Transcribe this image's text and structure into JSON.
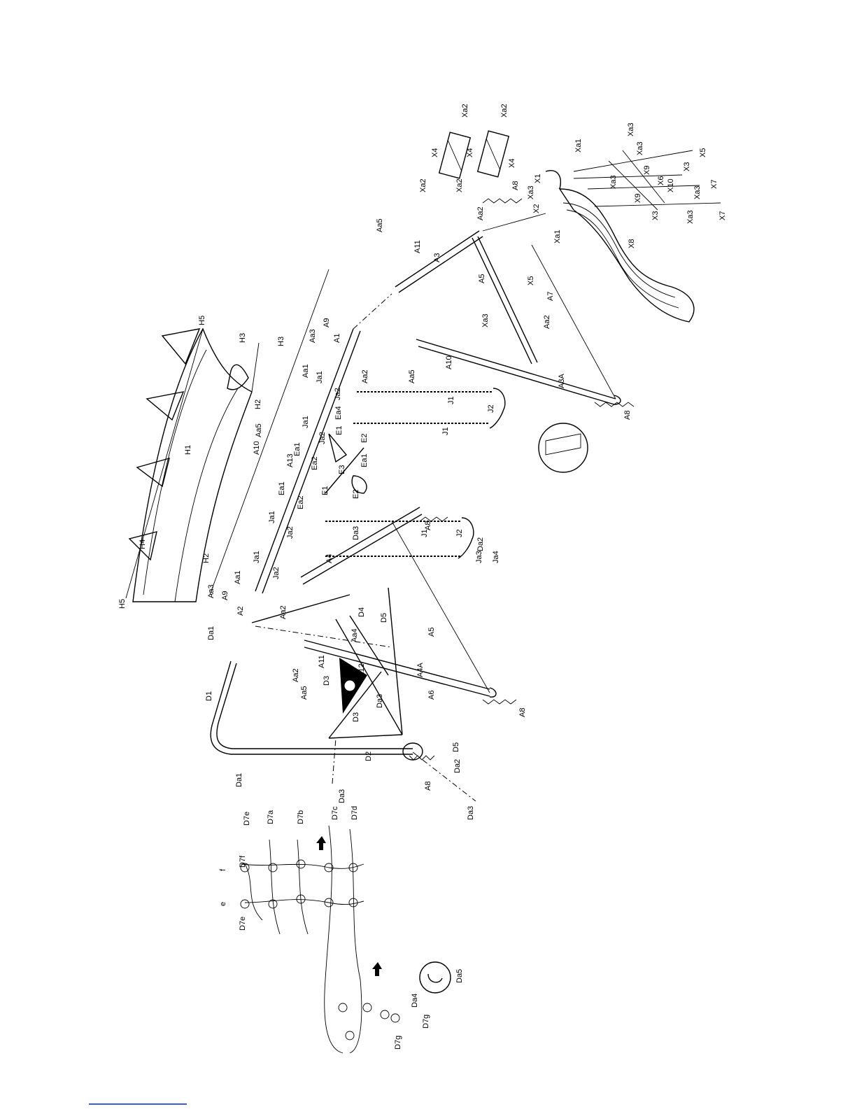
{
  "colors": {
    "line": "#000000",
    "background": "#ffffff",
    "footer_link": "#3a5fcd"
  },
  "labels": {
    "H1": "H1",
    "H2a": "H2",
    "H2b": "H2",
    "H3a": "H3",
    "H3b": "H3",
    "H4": "H4",
    "H5a": "H5",
    "H5b": "H5",
    "X1": "X1",
    "X2": "X2",
    "X3a": "X3",
    "X3b": "X3",
    "X4a": "X4",
    "X4b": "X4",
    "X4c": "X4",
    "X5a": "X5",
    "X5b": "X5",
    "X6": "X6",
    "X7a": "X7",
    "X7b": "X7",
    "X8": "X8",
    "X9a": "X9",
    "X9b": "X9",
    "X10": "X10",
    "Xa1a": "Xa1",
    "Xa1b": "Xa1",
    "Xa2a": "Xa2",
    "Xa2b": "Xa2",
    "Xa2c": "Xa2",
    "Xa2d": "Xa2",
    "Xa3a": "Xa3",
    "Xa3b": "Xa3",
    "Xa3c": "Xa3",
    "Xa3d": "Xa3",
    "Xa3e": "Xa3",
    "Xa3f": "Xa3",
    "A1": "A1",
    "A2": "A2",
    "A3": "A3",
    "A3A": "A3A",
    "A4": "A4",
    "A4A": "A4A",
    "A5a": "A5",
    "A5b": "A5",
    "A6": "A6",
    "A7": "A7",
    "A8a": "A8",
    "A8b": "A8",
    "A8c": "A8",
    "A8d": "A8",
    "A8e": "A8",
    "A9a": "A9",
    "A9b": "A9",
    "A10a": "A10",
    "A10b": "A10",
    "A11a": "A11",
    "A11b": "A11",
    "A12": "A12",
    "A13": "A13",
    "Aa1a": "Aa1",
    "Aa1b": "Aa1",
    "Aa2a": "Aa2",
    "Aa2b": "Aa2",
    "Aa2c": "Aa2",
    "Aa2d": "Aa2",
    "Aa2e": "Aa2",
    "Aa3a": "Aa3",
    "Aa3b": "Aa3",
    "Aa4": "Aa4",
    "Aa5a": "Aa5",
    "Aa5b": "Aa5",
    "Aa5c": "Aa5",
    "Aa5d": "Aa5",
    "E1a": "E1",
    "E1b": "E1",
    "E2a": "E2",
    "E2b": "E2",
    "E3": "E3",
    "Ea1a": "Ea1",
    "Ea1b": "Ea1",
    "Ea1c": "Ea1",
    "Ea2a": "Ea2",
    "Ea2b": "Ea2",
    "Ea4": "Ea4",
    "J1a": "J1",
    "J1b": "J1",
    "J1c": "J1",
    "J2a": "J2",
    "J2b": "J2",
    "Ja1a": "Ja1",
    "Ja1b": "Ja1",
    "Ja1c": "Ja1",
    "Ja1d": "Ja1",
    "Ja2a": "Ja2",
    "Ja2b": "Ja2",
    "Ja2c": "Ja2",
    "Ja2d": "Ja2",
    "Ja3": "Ja3",
    "Ja4": "Ja4",
    "D1": "D1",
    "D2": "D2",
    "D3a": "D3",
    "D3b": "D3",
    "D4": "D4",
    "D5a": "D5",
    "D5b": "D5",
    "Da1a": "Da1",
    "Da1b": "Da1",
    "Da2a": "Da2",
    "Da2b": "Da2",
    "Da3a": "Da3",
    "Da3b": "Da3",
    "Da3c": "Da3",
    "Da3d": "Da3",
    "Da4": "Da4",
    "Da5": "Da5",
    "D7a": "D7a",
    "D7b": "D7b",
    "D7c": "D7c",
    "D7d": "D7d",
    "D7ea": "D7e",
    "D7eb": "D7e",
    "D7f": "D7f",
    "D7ga": "D7g",
    "D7gb": "D7g",
    "e": "e",
    "f": "f"
  }
}
